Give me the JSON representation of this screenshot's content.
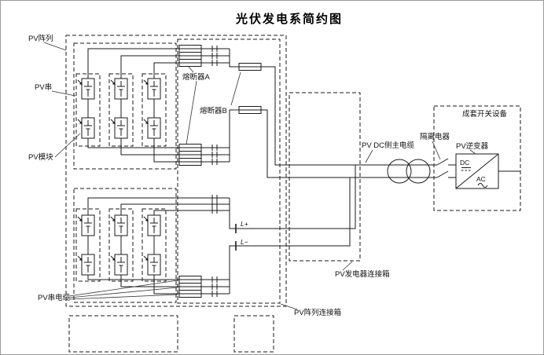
{
  "title": "光伏发电系简约图",
  "labels": {
    "pv_array": "PV阵列",
    "pv_string": "PV串",
    "pv_module": "PV模块",
    "fuse_a": "熔断器A",
    "fuse_b": "熔断器B",
    "string_cable": "PV串电缆",
    "array_junction_box": "PV阵列连接箱",
    "generator_junction_box": "PV发电器连接箱",
    "dc_main_cable": "PV DC侧主电缆",
    "isolator": "隔离电器",
    "inverter": "PV逆变器",
    "switchgear": "成套开关设备",
    "terminal_positive": "L+",
    "terminal_negative": "L−",
    "dc": "DC",
    "ac": "AC"
  },
  "colors": {
    "line": "#1a1a1a",
    "background": "#ffffff"
  }
}
